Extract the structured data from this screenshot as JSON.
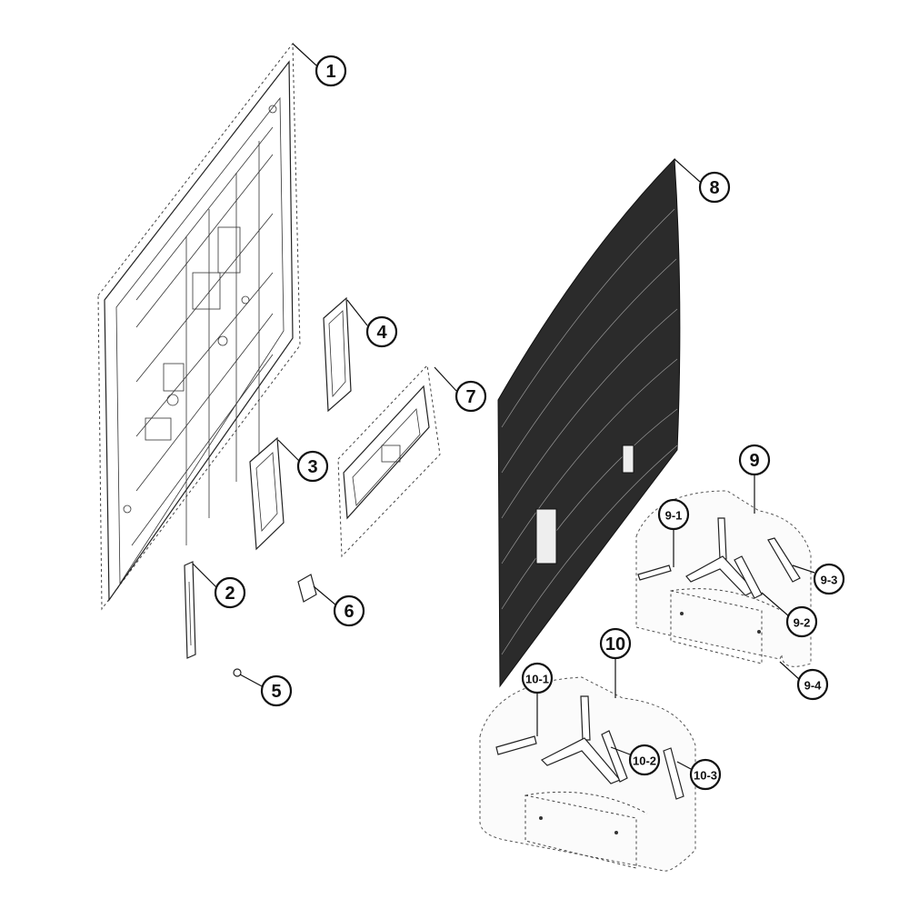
{
  "callouts": {
    "c1": "1",
    "c2": "2",
    "c3": "3",
    "c4": "4",
    "c5": "5",
    "c6": "6",
    "c7": "7",
    "c8": "8",
    "c9": "9",
    "c9_1": "9-1",
    "c9_2": "9-2",
    "c9_3": "9-3",
    "c9_4": "9-4",
    "c10": "10",
    "c10_1": "10-1",
    "c10_2": "10-2",
    "c10_3": "10-3"
  }
}
